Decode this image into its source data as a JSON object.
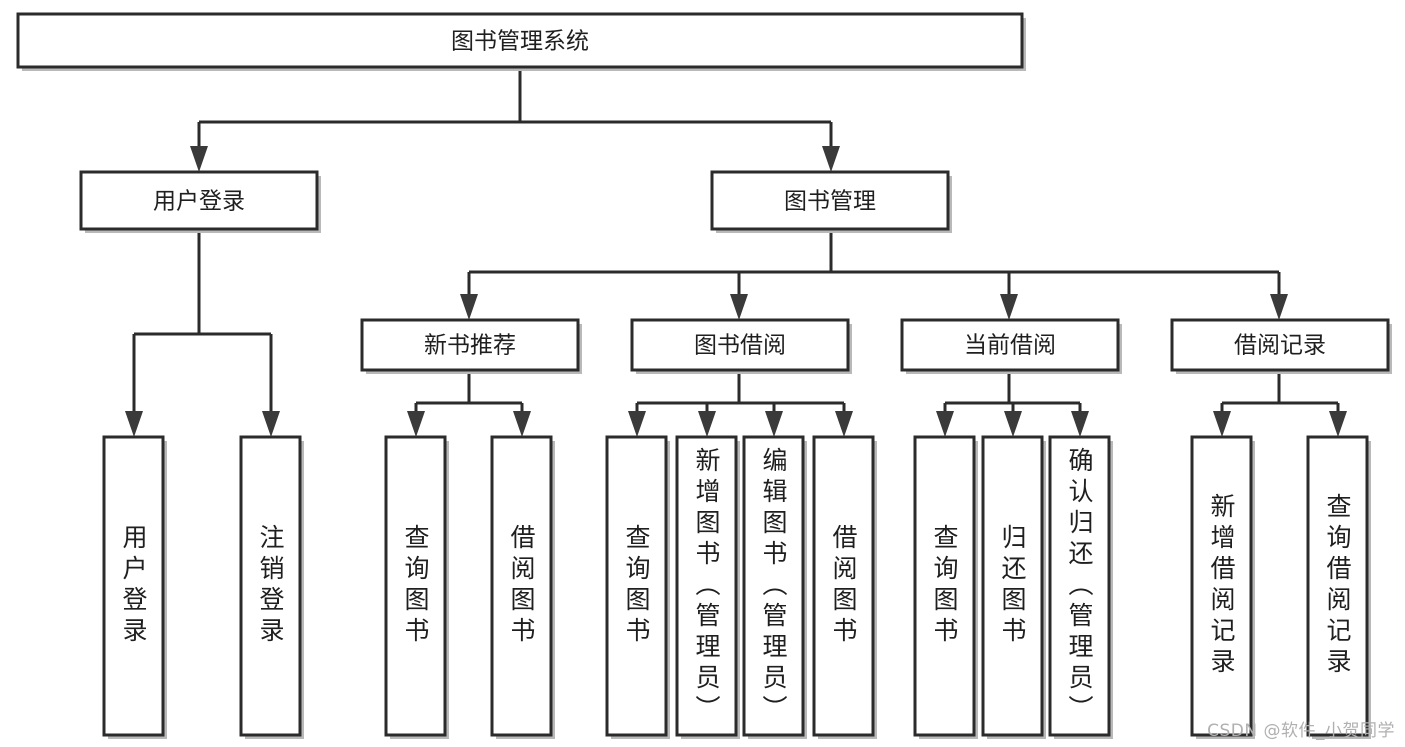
{
  "diagram": {
    "type": "tree-hierarchy-chart",
    "title": "图书管理系统",
    "background_color": "#ffffff",
    "box_stroke_color": "#2b2b2b",
    "text_color": "#1f1f1f",
    "root": {
      "id": "root",
      "label": "图书管理系统",
      "orientation": "horizontal"
    },
    "level2": [
      {
        "id": "user-login",
        "label": "用户登录",
        "orientation": "horizontal"
      },
      {
        "id": "book-management",
        "label": "图书管理",
        "orientation": "horizontal"
      }
    ],
    "level3": [
      {
        "id": "new-book-recommend",
        "label": "新书推荐",
        "orientation": "horizontal",
        "parent": "book-management"
      },
      {
        "id": "book-borrow",
        "label": "图书借阅",
        "orientation": "horizontal",
        "parent": "book-management"
      },
      {
        "id": "current-borrow",
        "label": "当前借阅",
        "orientation": "horizontal",
        "parent": "book-management"
      },
      {
        "id": "borrow-record",
        "label": "借阅记录",
        "orientation": "horizontal",
        "parent": "book-management"
      }
    ],
    "leaves": [
      {
        "id": "leaf-user-login",
        "label": "用户登录",
        "parent": "user-login",
        "orientation": "vertical"
      },
      {
        "id": "leaf-logout-login",
        "label": "注销登录",
        "parent": "user-login",
        "orientation": "vertical"
      },
      {
        "id": "leaf-query-book-1",
        "label": "查询图书",
        "parent": "new-book-recommend",
        "orientation": "vertical"
      },
      {
        "id": "leaf-borrow-book-1",
        "label": "借阅图书",
        "parent": "new-book-recommend",
        "orientation": "vertical"
      },
      {
        "id": "leaf-query-book-2",
        "label": "查询图书",
        "parent": "book-borrow",
        "orientation": "vertical"
      },
      {
        "id": "leaf-add-book",
        "label": "新增图书（管理员）",
        "parent": "book-borrow",
        "orientation": "vertical"
      },
      {
        "id": "leaf-edit-book",
        "label": "编辑图书（管理员）",
        "parent": "book-borrow",
        "orientation": "vertical"
      },
      {
        "id": "leaf-borrow-book-2",
        "label": "借阅图书",
        "parent": "book-borrow",
        "orientation": "vertical"
      },
      {
        "id": "leaf-query-book-3",
        "label": "查询图书",
        "parent": "current-borrow",
        "orientation": "vertical"
      },
      {
        "id": "leaf-return-book",
        "label": "归还图书",
        "parent": "current-borrow",
        "orientation": "vertical"
      },
      {
        "id": "leaf-confirm-return",
        "label": "确认归还（管理员）",
        "parent": "current-borrow",
        "orientation": "vertical"
      },
      {
        "id": "leaf-add-record",
        "label": "新增借阅记录",
        "parent": "borrow-record",
        "orientation": "vertical"
      },
      {
        "id": "leaf-query-record",
        "label": "查询借阅记录",
        "parent": "borrow-record",
        "orientation": "vertical"
      }
    ]
  },
  "watermark": {
    "text": "CSDN @软件_小贺同学"
  }
}
